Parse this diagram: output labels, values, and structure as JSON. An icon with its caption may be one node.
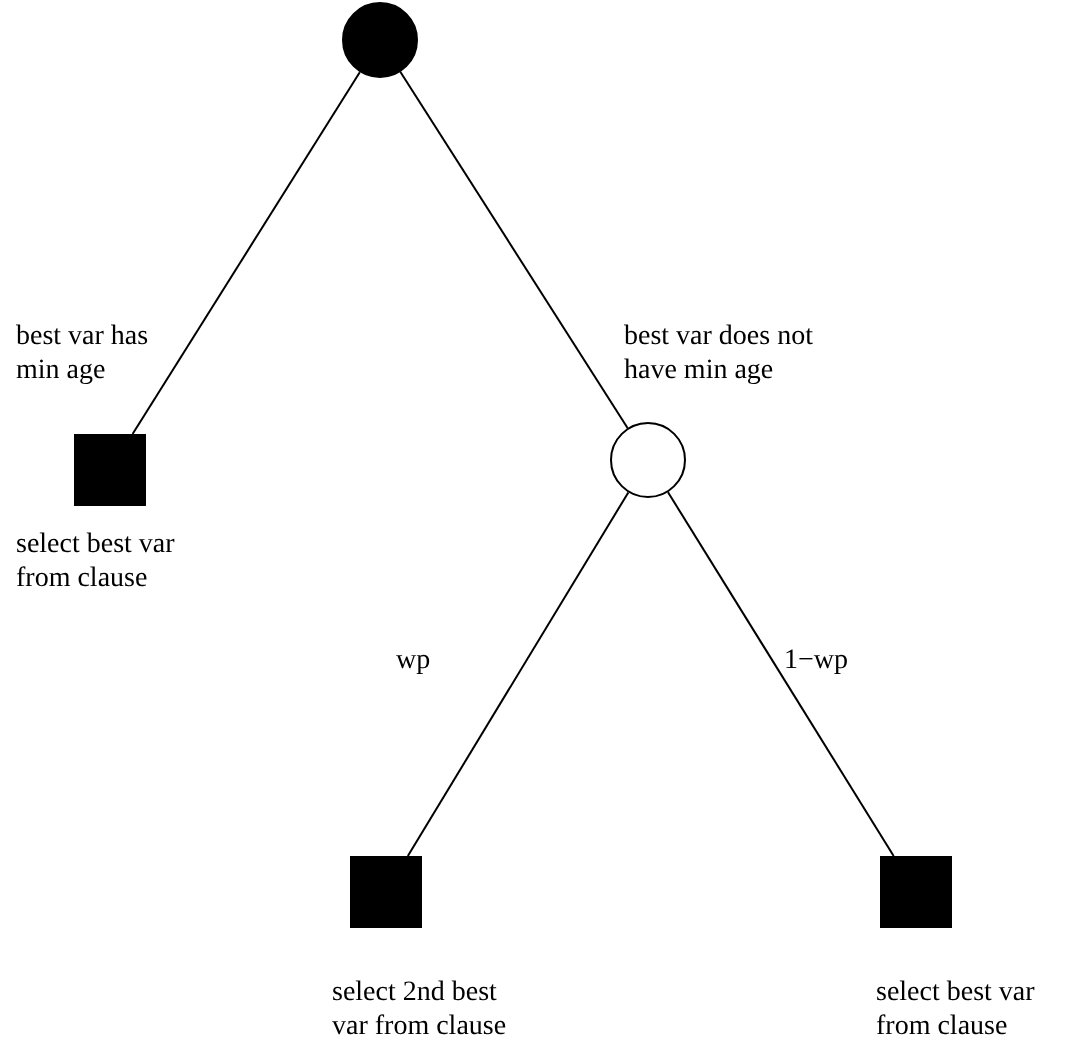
{
  "diagram": {
    "nodes": [
      {
        "text": [],
        "shape": "circle"
      },
      {
        "text": [],
        "shape": "box",
        "beside": [
          "select best var from clause"
        ]
      },
      {
        "text": [],
        "shape": "circle"
      },
      {
        "text": [],
        "shape": "box",
        "beside": [
          "select 2nd best var from clause"
        ]
      },
      {
        "text": [],
        "shape": "box",
        "beside": [
          "select best var from clause"
        ]
      }
    ],
    "edges": [
      {
        "from": 0,
        "to": 1,
        "arrow": "none",
        "label": "best var has min age"
      },
      {
        "from": 0,
        "to": 2,
        "arrow": "none",
        "label": "best var does not have min age"
      },
      {
        "from": 2,
        "to": 3,
        "arrow": "none",
        "label": "wp"
      },
      {
        "from": 2,
        "to": 4,
        "arrow": "none",
        "label": "1−wp"
      }
    ]
  }
}
